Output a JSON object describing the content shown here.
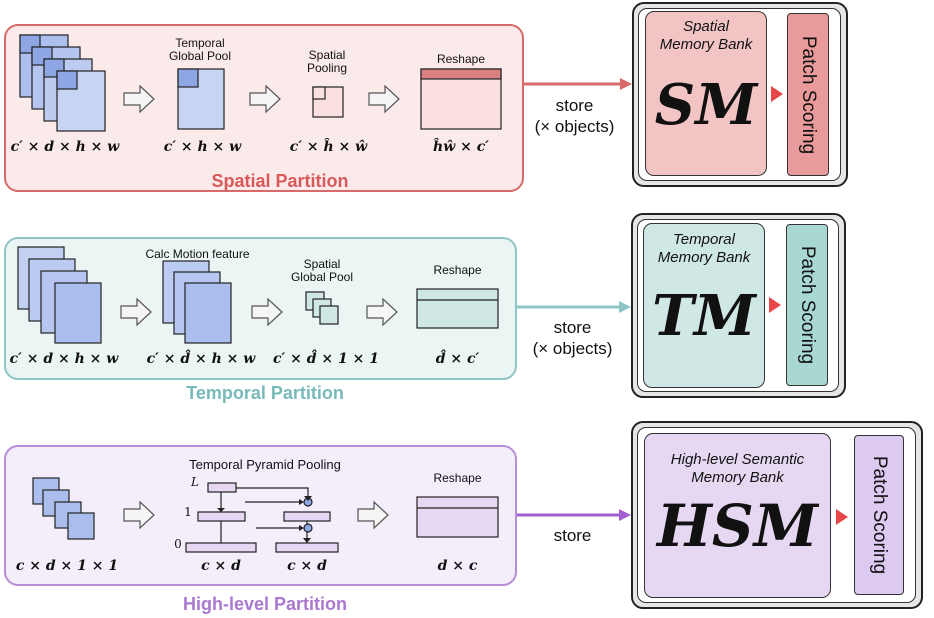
{
  "spatial": {
    "title": "Spatial Partition",
    "title_color": "#d9595b",
    "border": "#d86a6a",
    "fill": "#fbeaea",
    "steps": [
      {
        "label": "",
        "dim": "c′ × d × h × w"
      },
      {
        "label": "Temporal Global Pool",
        "dim": "c′ × h × w"
      },
      {
        "label": "Spatial Pooling",
        "dim": "c′ × ĥ × ŵ"
      },
      {
        "label": "Reshape",
        "dim": "ĥŵ × c′"
      }
    ],
    "store": "store",
    "store_sub": "(× objects)",
    "bank": {
      "label_line1": "Spatial",
      "label_line2": "Memory Bank",
      "abbr": "SM",
      "scoring": "Patch Scoring",
      "color": "#f2c4c4",
      "scoring_color": "#e99a9a"
    }
  },
  "temporal": {
    "title": "Temporal Partition",
    "title_color": "#78b9b9",
    "border": "#8fc5c5",
    "fill": "#eaf5f4",
    "steps": [
      {
        "label": "",
        "dim": "c′ × d × h × w"
      },
      {
        "label": "Calc Motion feature",
        "dim": "c′ × d̂ × h × w"
      },
      {
        "label": "Spatial Global Pool",
        "dim": "c′ × d̂ × 1 × 1"
      },
      {
        "label": "Reshape",
        "dim": "d̂ × c′"
      }
    ],
    "store": "store",
    "store_sub": "(× objects)",
    "bank": {
      "label_line1": "Temporal",
      "label_line2": "Memory Bank",
      "abbr": "TM",
      "scoring": "Patch Scoring",
      "color": "#cfe8e6",
      "scoring_color": "#a9d8d3"
    }
  },
  "highlevel": {
    "title": "High-level Partition",
    "title_color": "#a978cf",
    "border": "#b78ed8",
    "fill": "#f4eefa",
    "steps": [
      {
        "label": "",
        "dim": "c × d × 1 × 1"
      },
      {
        "label": "Temporal Pyramid Pooling",
        "dim": "c × d"
      },
      {
        "label": "",
        "dim": "c × d"
      },
      {
        "label": "Reshape",
        "dim": "d × c"
      }
    ],
    "pyramid_levels": [
      "L",
      "1",
      "0"
    ],
    "store": "store",
    "bank": {
      "label_line1": "High-level Semantic",
      "label_line2": "Memory Bank",
      "abbr": "HSM",
      "scoring": "Patch Scoring",
      "color": "#e6d8f2",
      "scoring_color": "#dccaf0"
    }
  },
  "colors": {
    "block_blue": "#c7d4f2",
    "block_blue_dark": "#adbfee",
    "arrow_red": "#d86a6a",
    "arrow_teal": "#8fc5c5",
    "arrow_purple": "#a35fcf",
    "reshape_red": "#d98080",
    "scoring_arrow": "#e8474a"
  }
}
